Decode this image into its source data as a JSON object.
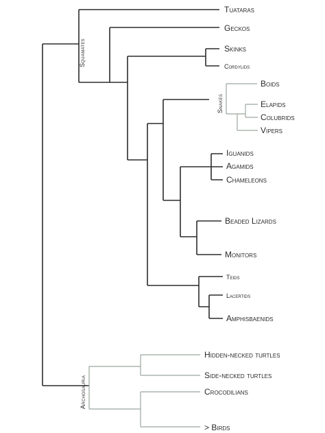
{
  "clades": {
    "squamates": "Squamates",
    "snakes": "Snakes",
    "archosauria": "Archosauria"
  },
  "taxa": {
    "tuataras": "Tuataras",
    "geckos": "Geckos",
    "skinks": "Skinks",
    "cordylids": "Cordylids",
    "boids": "Boids",
    "elapids": "Elapids",
    "colubrids": "Colubrids",
    "vipers": "Vipers",
    "iguanids": "Iguanids",
    "agamids": "Agamids",
    "chameleons": "Chameleons",
    "beaded_lizards": "Beaded Lizards",
    "monitors": "Monitors",
    "teids": "Teids",
    "lacertids": "Lacertids",
    "amphisbaenids": "Amphisbaenids",
    "hidden_necked_turtles": "Hidden-necked turtles",
    "side_necked_turtles": "Side-necked turtles",
    "crocodilians": "Crocodilians",
    "birds": "> Birds"
  },
  "colors": {
    "branch_dark": "#2b2b2b",
    "branch_light": "#9aa89e",
    "text": "#2a2a2a"
  }
}
